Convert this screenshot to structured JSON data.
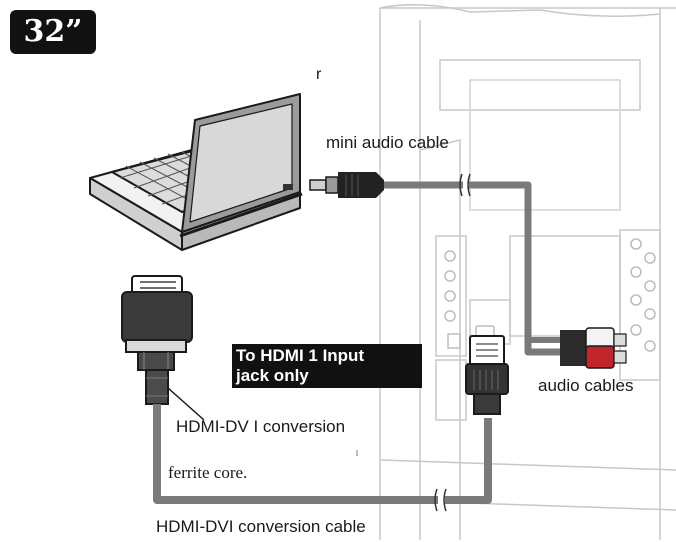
{
  "size_badge": "32”",
  "labels": {
    "stray_mark": "r",
    "mini_audio_cable": "mini audio cable",
    "audio_cables": "audio cables",
    "hdmi_dvi_conversion": "HDMI-DV I conversion",
    "ferrite_core": "ferrite core.",
    "hdmi_dvi_conversion_cable": "HDMI-DVI conversion cable"
  },
  "note": {
    "line1": "To HDMI 1 Input",
    "line2": "jack only"
  },
  "colors": {
    "cable": "#7a7a7a",
    "plug": "#222222",
    "rca_red": "#c0262b",
    "note_bg": "#111111",
    "tv_line": "#c8c8c8"
  }
}
